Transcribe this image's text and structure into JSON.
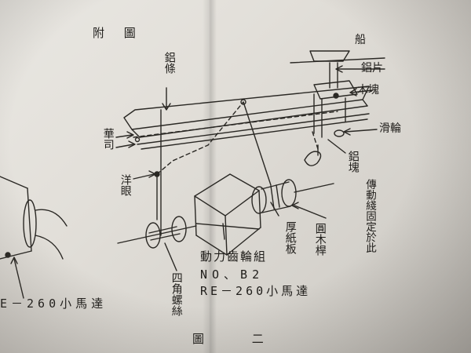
{
  "title_top": "附 圖",
  "title_bottom": "圖 二",
  "labels": {
    "chuan": "船",
    "lv_tiao": "鋁條",
    "lv_pian": "鋁片",
    "mu_kuai": "木塊",
    "hua_lun": "滑輪",
    "hua_si": "華司",
    "yang_yan": "洋眼",
    "lv_kuai": "鋁塊",
    "chuan_dong_sian": "傳動綫固定於此",
    "hou_zhi_ban": "厚紙板",
    "yuan_mu_gan": "圓木桿",
    "si_jiao_luo_si": "四角螺絲"
  },
  "gear_group": {
    "line1": "動力齒輪組",
    "line2": "NO、B2",
    "line3": "RE－260小馬達"
  },
  "left_motor_label": "E－260小馬達"
}
